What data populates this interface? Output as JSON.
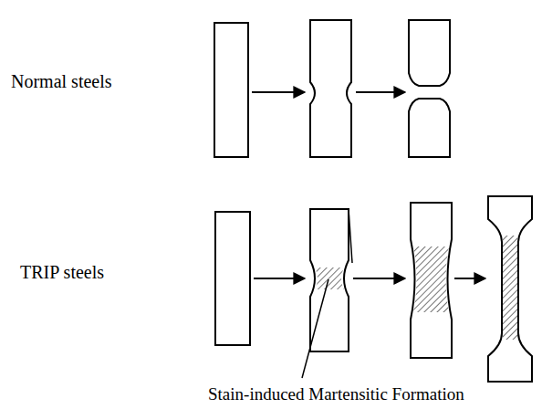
{
  "diagram": {
    "labels": [
      "Normal steels",
      "TRIP steels",
      "Stain-induced Martensitic Formation"
    ]
  }
}
